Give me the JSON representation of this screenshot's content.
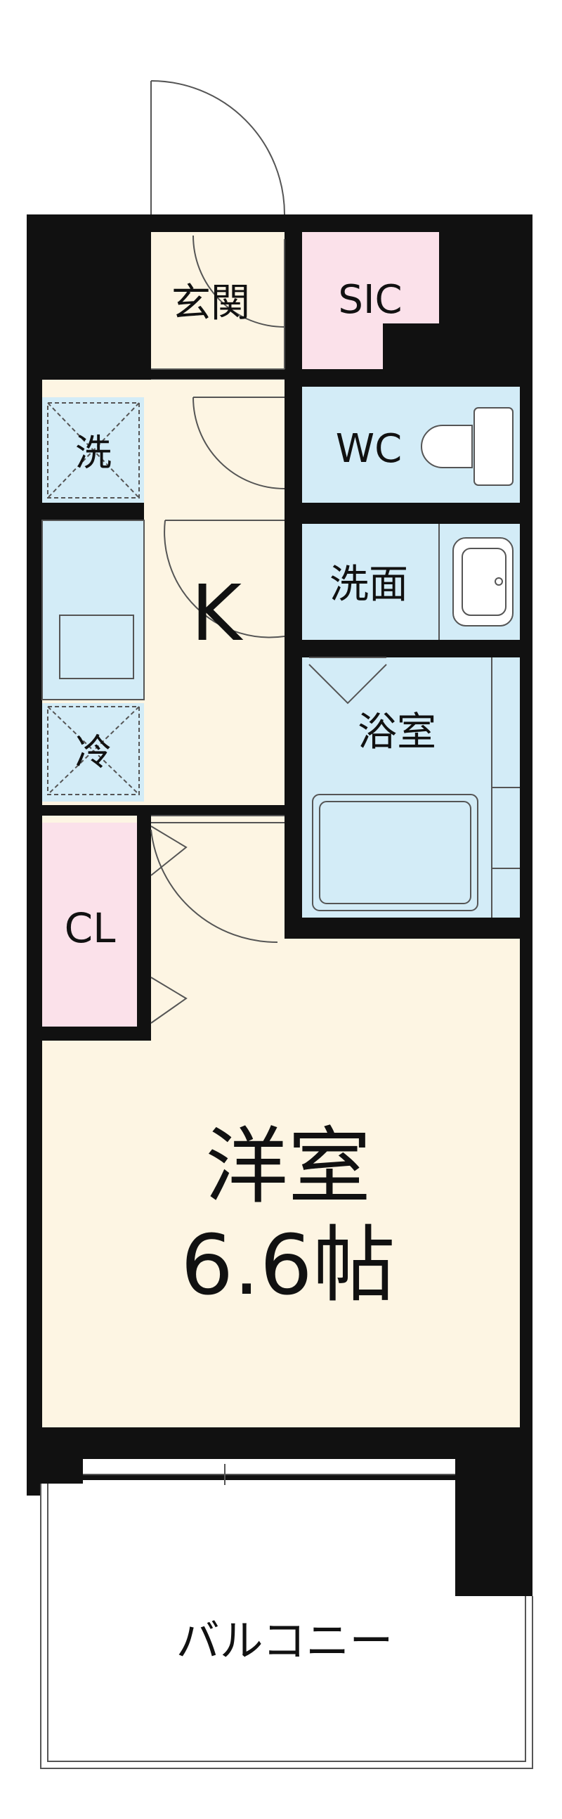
{
  "rooms": {
    "genkan": "玄関",
    "sic": "SIC",
    "washer": "洗",
    "wc": "WC",
    "kitchen": "K",
    "washroom": "洗面",
    "fridge": "冷",
    "bath": "浴室",
    "closet": "CL",
    "western_room": "洋室",
    "western_room_size": "6.6帖",
    "balcony": "バルコニー"
  },
  "colors": {
    "wall": "#111111",
    "floor": "#fdf5e3",
    "wet_area": "#d3ecf7",
    "storage": "#fbe1ea",
    "outline": "#555555"
  }
}
